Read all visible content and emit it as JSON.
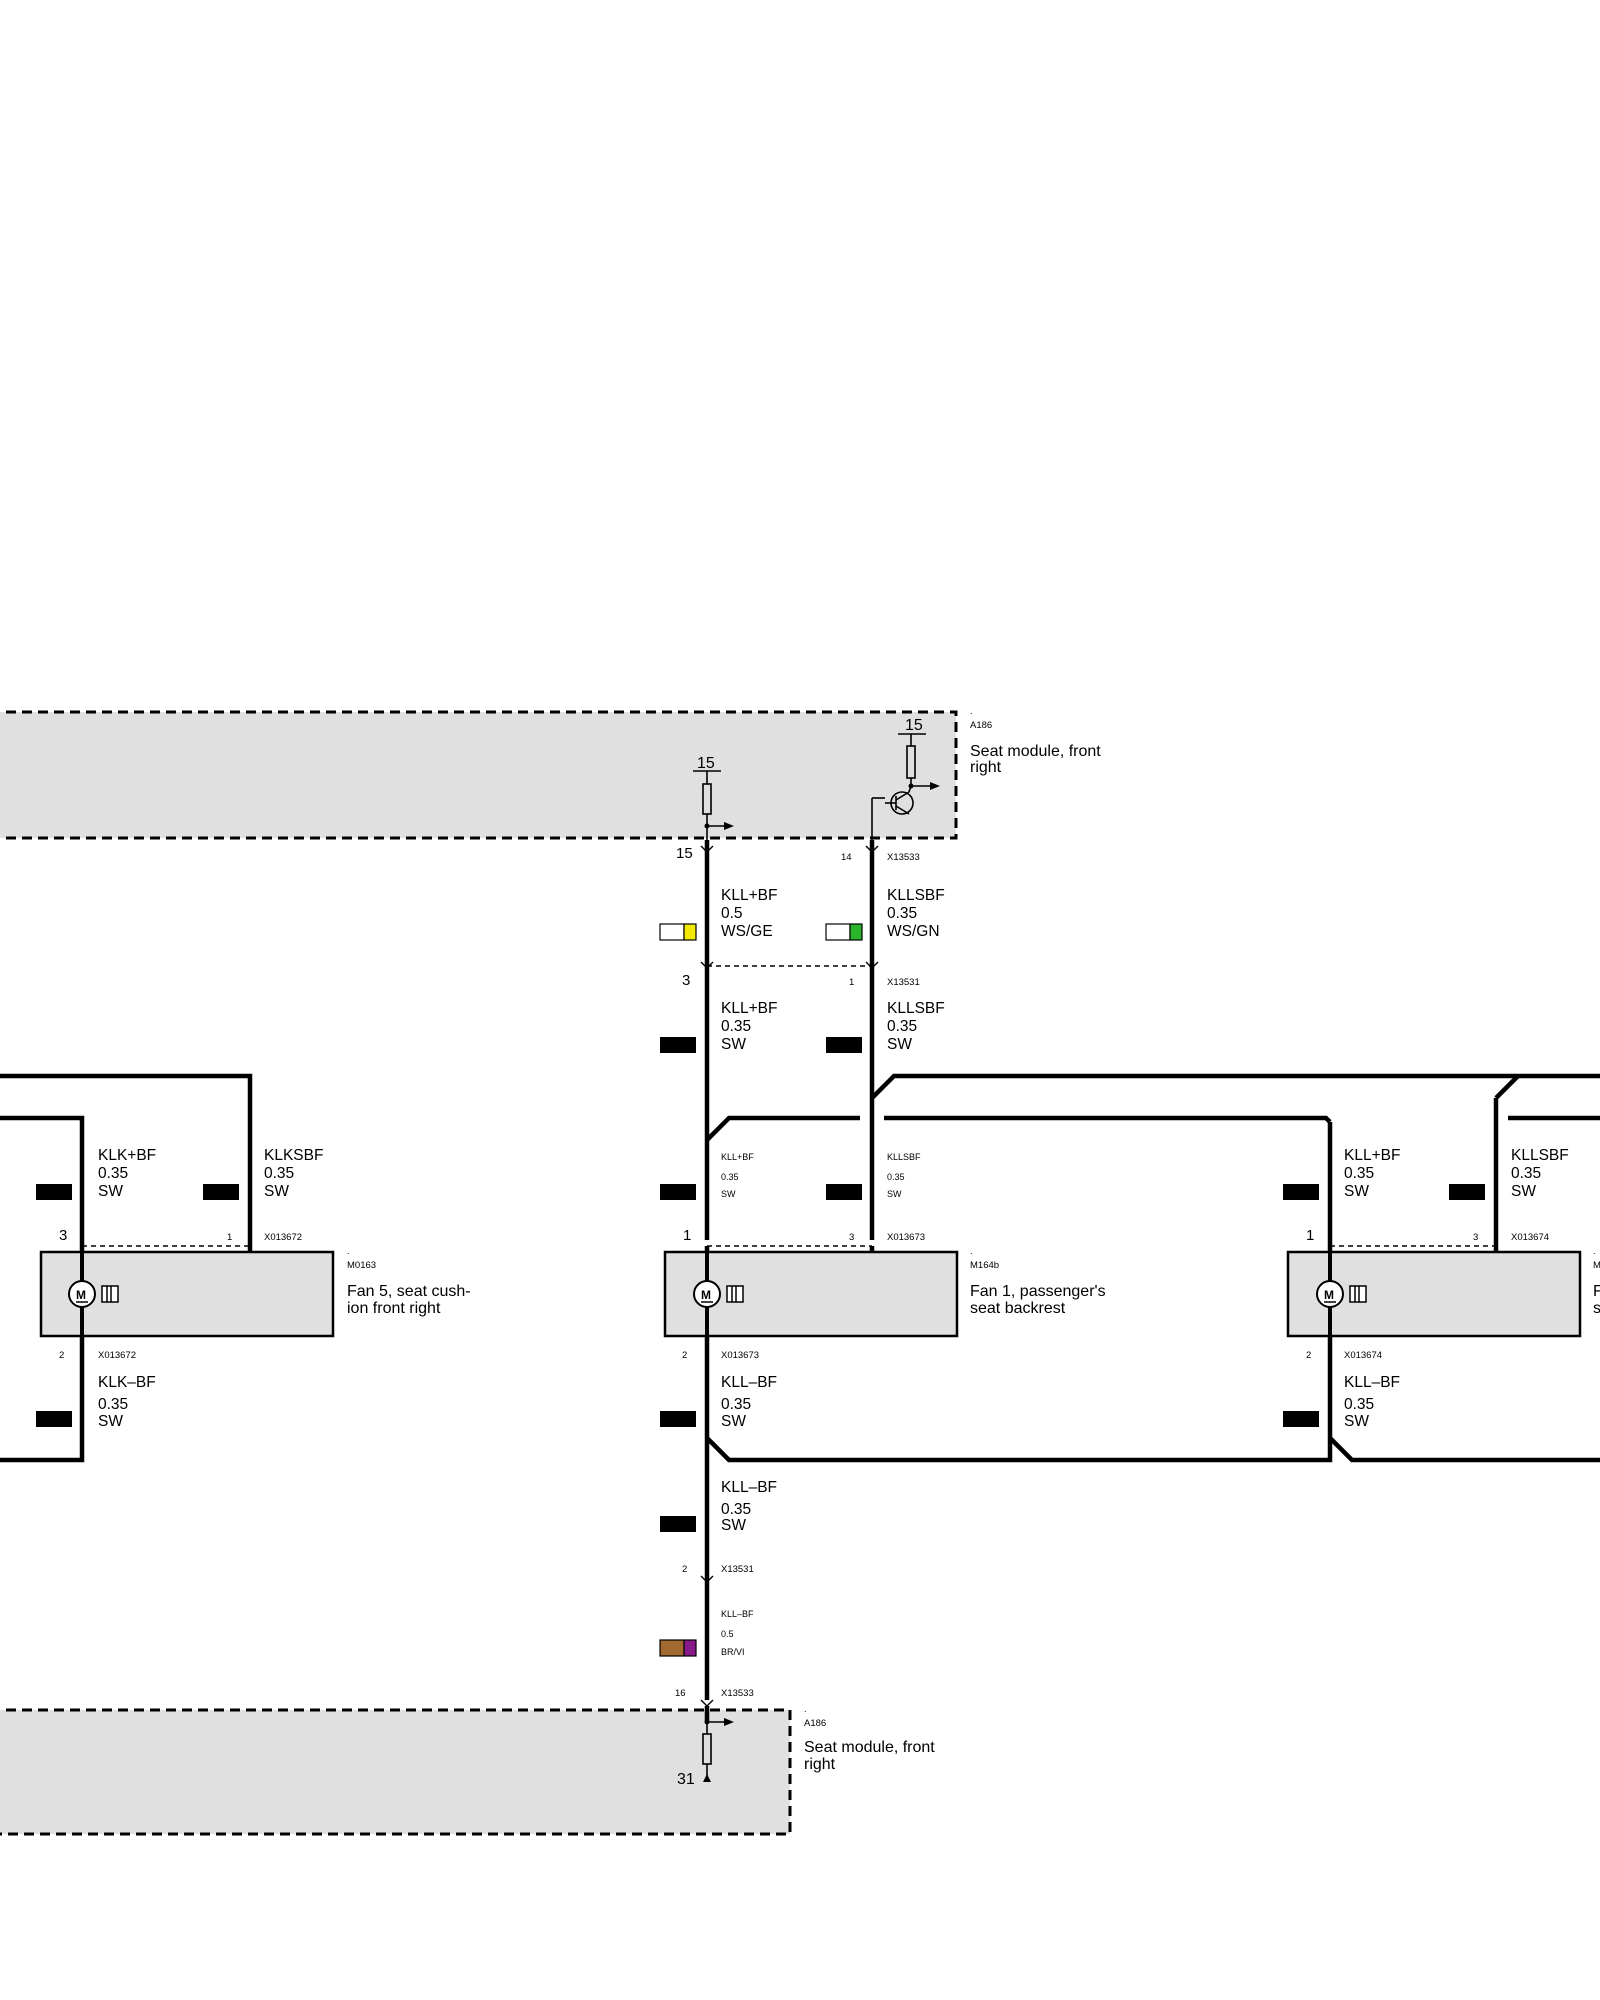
{
  "module_top": {
    "dot": ".",
    "id": "A186",
    "name_line1": "Seat module, front",
    "name_line2": "right",
    "supply_left_label": "15",
    "supply_right_label": "15",
    "pin_left": "15",
    "pin_right": "14",
    "connector": "X13533"
  },
  "module_bottom": {
    "dot": ".",
    "id": "A186",
    "name_line1": "Seat module, front",
    "name_line2": "right",
    "ground_label": "31",
    "pin": "16",
    "connector": "X13533"
  },
  "wires": {
    "w_kll_bf_top": {
      "signal": "KLL+BF",
      "size": "0.5",
      "color": "WS/GE",
      "swatch": [
        "#ffffff",
        "#f5e800"
      ]
    },
    "w_kllsbf_top": {
      "signal": "KLLSBF",
      "size": "0.35",
      "color": "WS/GN",
      "swatch": [
        "#ffffff",
        "#2bb52b"
      ]
    },
    "w_kll_bf_mid": {
      "signal": "KLL+BF",
      "size": "0.35",
      "color": "SW"
    },
    "w_kllsbf_mid": {
      "signal": "KLLSBF",
      "size": "0.35",
      "color": "SW"
    },
    "w_kll_bf_fan1": {
      "signal": "KLL+BF",
      "size": "0.35",
      "color": "SW"
    },
    "w_kllsbf_fan1": {
      "signal": "KLLSBF",
      "size": "0.35",
      "color": "SW"
    },
    "w_klk_bf_fan5": {
      "signal": "KLK+BF",
      "size": "0.35",
      "color": "SW"
    },
    "w_klksbf_fan5": {
      "signal": "KLKSBF",
      "size": "0.35",
      "color": "SW"
    },
    "w_kll_bf_right": {
      "signal": "KLL+BF",
      "size": "0.35",
      "color": "SW"
    },
    "w_kllsbf_right": {
      "signal": "KLLSBF",
      "size": "0.35",
      "color": "SW"
    },
    "w_klk_minus_fan5": {
      "signal": "KLK–BF",
      "size": "0.35",
      "color": "SW"
    },
    "w_kll_minus_fan1": {
      "signal": "KLL–BF",
      "size": "0.35",
      "color": "SW"
    },
    "w_kll_minus_right": {
      "signal": "KLL–BF",
      "size": "0.35",
      "color": "SW"
    },
    "w_kll_minus_lower": {
      "signal": "KLL–BF",
      "size": "0.35",
      "color": "SW"
    },
    "w_kll_minus_bottom": {
      "signal": "KLL–BF",
      "size": "0.5",
      "color": "BR/VI",
      "swatch": [
        "#a0692e",
        "#8a1a8a"
      ]
    }
  },
  "connector_x13531": {
    "id": "X13531",
    "pin_left": "3",
    "pin_right": "1",
    "pin_ground": "2"
  },
  "fan5": {
    "dot": ".",
    "id": "M0163",
    "name_line1": "Fan 5, seat cush-",
    "name_line2": "ion front right",
    "motor": "M",
    "connector": "X013672",
    "pin_plus": "3",
    "pin_signal": "1",
    "pin_minus": "2"
  },
  "fan1": {
    "dot": ".",
    "id": "M164b",
    "name_line1": "Fan 1, passenger's",
    "name_line2": "seat backrest",
    "motor": "M",
    "connector": "X013673",
    "pin_plus": "1",
    "pin_signal": "3",
    "pin_minus": "2"
  },
  "fan_right": {
    "dot": ".",
    "id_partial": "M",
    "name_partial1": "F",
    "name_partial2": "s",
    "motor": "M",
    "connector": "X013674",
    "pin_plus": "1",
    "pin_signal": "3",
    "pin_minus": "2"
  }
}
